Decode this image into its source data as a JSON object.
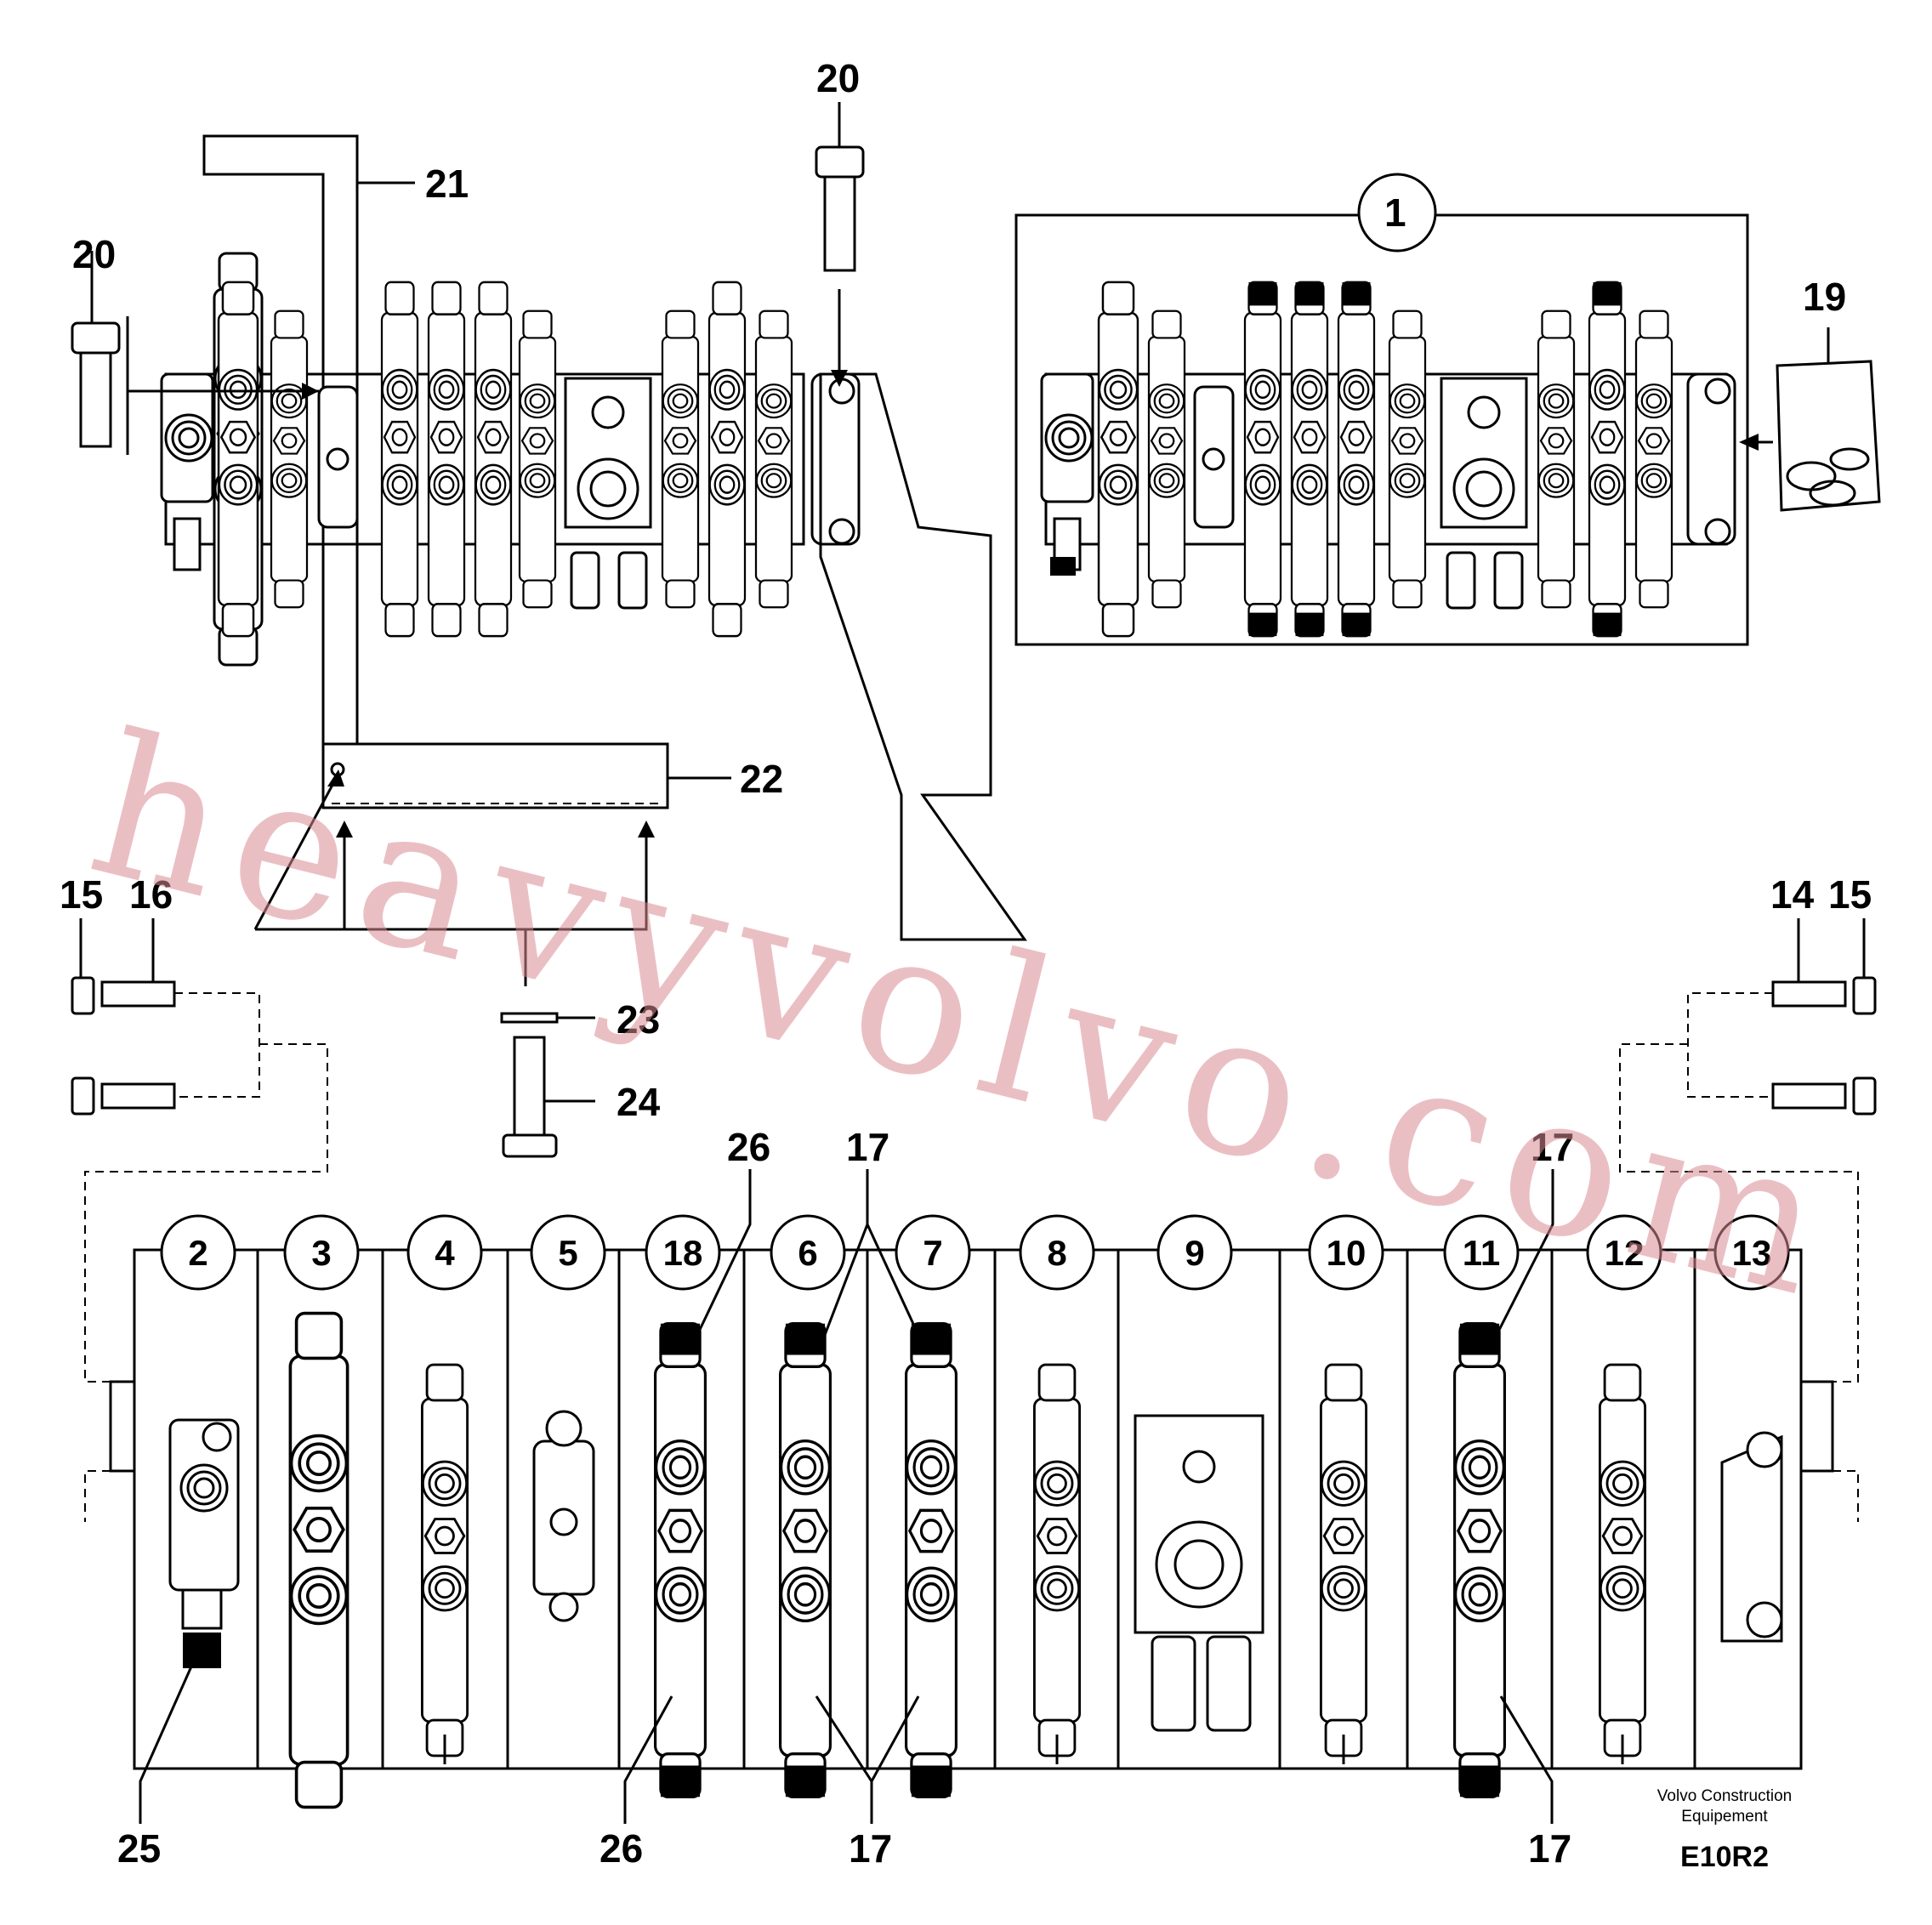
{
  "callouts": {
    "c20a": "20",
    "c21": "21",
    "c20b": "20",
    "c1": "1",
    "c19": "19",
    "c22": "22",
    "c15a": "15",
    "c16": "16",
    "c14": "14",
    "c15b": "15",
    "c23": "23",
    "c24": "24",
    "c26a": "26",
    "c17a": "17",
    "c17b": "17",
    "c25": "25",
    "c26b": "26",
    "c17c": "17",
    "c17d": "17"
  },
  "sections": [
    "2",
    "3",
    "4",
    "5",
    "18",
    "6",
    "7",
    "8",
    "9",
    "10",
    "11",
    "12",
    "13"
  ],
  "footer": {
    "company_line1": "Volvo Construction",
    "company_line2": "Equipement",
    "code": "E10R2"
  },
  "watermark": "heavyvolvo.com"
}
